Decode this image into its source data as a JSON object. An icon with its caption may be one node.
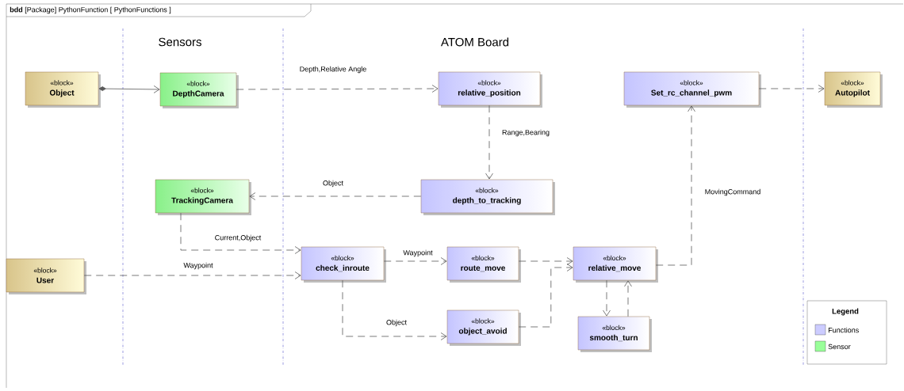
{
  "diagram": {
    "title": "**bdd** [Package] PythonFunction [ PythonFunctions ]",
    "nodes": [
      {
        "text": [
          "«block»",
          "Object"
        ]
      },
      {
        "text": [
          "«block»",
          "DepthCamera"
        ]
      },
      {
        "text": [
          "«block»",
          "relative_position"
        ]
      },
      {
        "text": [
          "«block»",
          "Set_rc_channel_pwm"
        ]
      },
      {
        "text": [
          "«block»",
          "Autopilot"
        ]
      },
      {
        "text": [
          "«block»",
          "TrackingCamera"
        ]
      },
      {
        "text": [
          "«block»",
          "depth_to_tracking"
        ]
      },
      {
        "text": [
          "«block»",
          "User"
        ]
      },
      {
        "text": [
          "«block»",
          "check_inroute"
        ]
      },
      {
        "text": [
          "«block»",
          "route_move"
        ]
      },
      {
        "text": [
          "«block»",
          "relative_move"
        ]
      },
      {
        "text": [
          "«block»",
          "object_avoid"
        ]
      },
      {
        "text": [
          "«block»",
          "smooth_turn"
        ]
      }
    ],
    "edges": [
      {
        "from": 0,
        "to": 1,
        "arrow": "to"
      },
      {
        "from": 1,
        "to": 2,
        "arrow": "to",
        "label": "Depth,Relative Angle",
        "style": "dashed"
      },
      {
        "from": 2,
        "to": 6,
        "arrow": "to",
        "label": "Range,Bearing",
        "style": "dashed"
      },
      {
        "from": 6,
        "to": 5,
        "arrow": "to",
        "label": "Object",
        "style": "dashed"
      },
      {
        "from": 5,
        "to": 8,
        "arrow": "to",
        "label": "Current,Object",
        "style": "dashed"
      },
      {
        "from": 7,
        "to": 8,
        "arrow": "to",
        "label": "Waypoint",
        "style": "dashed"
      },
      {
        "from": 8,
        "to": 9,
        "arrow": "to",
        "label": "Waypoint",
        "style": "dashed"
      },
      {
        "from": 8,
        "to": 11,
        "arrow": "to",
        "label": "Object",
        "style": "dashed"
      },
      {
        "from": 9,
        "to": 10,
        "arrow": "to",
        "style": "dashed"
      },
      {
        "from": 11,
        "to": 10,
        "arrow": "to",
        "style": "dashed"
      },
      {
        "from": 10,
        "to": 12,
        "arrow": "to",
        "style": "dashed"
      },
      {
        "from": 12,
        "to": 10,
        "arrow": "to",
        "style": "dashed"
      },
      {
        "from": 10,
        "to": 3,
        "arrow": "to",
        "label": "MovingCommand",
        "style": "dashed"
      },
      {
        "from": 3,
        "to": 4,
        "arrow": "to",
        "style": "dashed"
      }
    ],
    "labels": [
      "Sensors",
      "ATOM Board",
      "Legend"
    ],
    "legend": [
      {
        "text": "Functions",
        "color": "#ccccff"
      },
      {
        "text": "Sensor",
        "color": "#99ff99"
      }
    ]
  }
}
